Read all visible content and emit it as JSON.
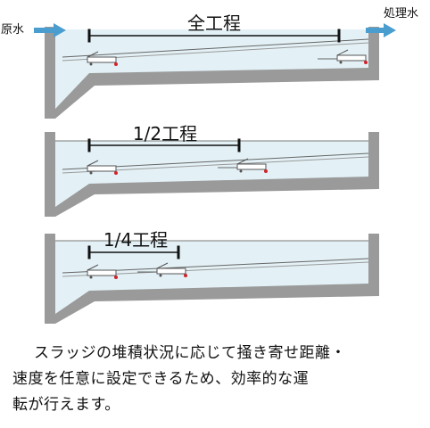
{
  "diagram": {
    "inlet_label": "原水",
    "outlet_label": "処理水",
    "tanks": [
      {
        "stroke_label": "全工程"
      },
      {
        "stroke_label": "1/2工程"
      },
      {
        "stroke_label": "1/4工程"
      }
    ]
  },
  "caption": {
    "lines": [
      "スラッジの堆積状況に応じて掻き寄せ距離・",
      "速度を任意に設定できるため、効率的な運",
      "転が行えます。"
    ]
  },
  "colors": {
    "tank_wall": "#9a9a9a",
    "water": "#e3f1f6",
    "arrow": "#4a9ecf",
    "accent_red": "#d0242a"
  }
}
